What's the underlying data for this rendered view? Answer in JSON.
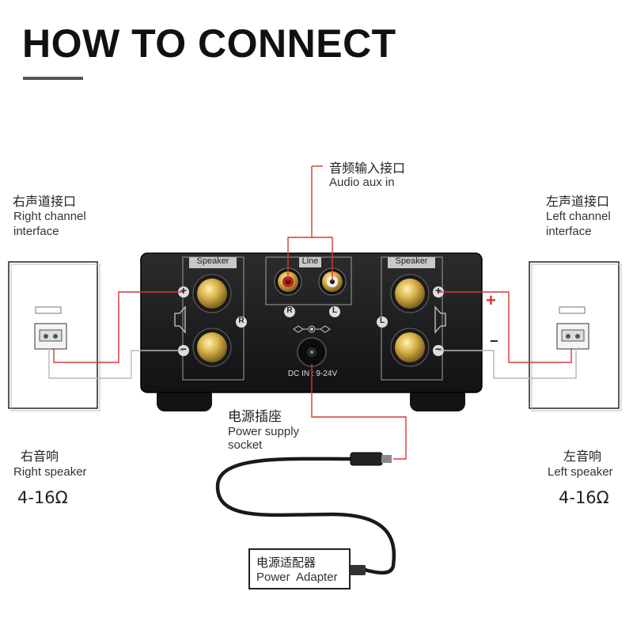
{
  "title": "HOW TO CONNECT",
  "labels": {
    "audio_in_zh": "音频输入接口",
    "audio_in_en": "Audio aux in",
    "right_if_zh": "右声道接口",
    "right_if_en1": "Right channel",
    "right_if_en2": "interface",
    "left_if_zh": "左声道接口",
    "left_if_en1": "Left channel",
    "left_if_en2": "interface",
    "power_zh": "电源插座",
    "power_en1": "Power supply",
    "power_en2": "socket",
    "right_spk_zh": "右音响",
    "right_spk_en": "Right speaker",
    "right_spk_ohm": "4-16Ω",
    "left_spk_zh": "左音响",
    "left_spk_en": "Left speaker",
    "left_spk_ohm": "4-16Ω",
    "adapter_zh": "电源适配器",
    "adapter_en": "Power  Adapter"
  },
  "amp": {
    "speaker_left_panel": "Speaker",
    "speaker_right_panel": "Speaker",
    "line_panel": "Line",
    "rca_r": "R",
    "rca_l": "L",
    "ch_r": "R",
    "ch_l": "L",
    "dc_label": "DC IN : 9-24V",
    "plus": "+",
    "minus": "−"
  },
  "polarity": {
    "plus": "+",
    "minus": "−"
  },
  "colors": {
    "wire_red": "#d9382f",
    "wire_grey": "#b8b8b8",
    "amp_body": "#1c1c1e",
    "gold": "#c9a23a"
  }
}
